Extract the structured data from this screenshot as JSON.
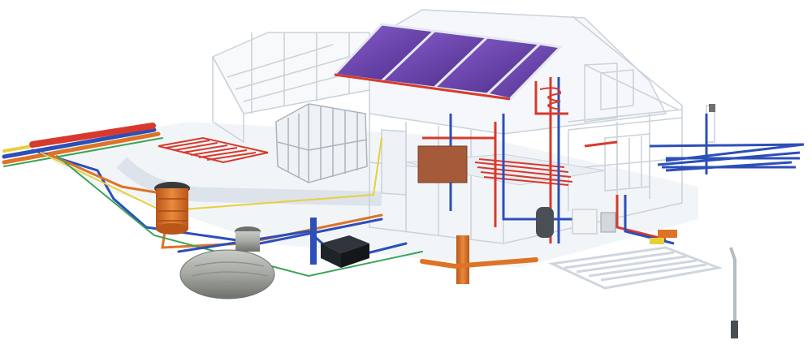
{
  "illustration": {
    "subject": "house-utility-systems-cutaway",
    "colors": {
      "background": "#ffffff",
      "house_line": "#c9d2da",
      "house_fill": "#f3f6f9",
      "solar_panel": "#6f45b8",
      "solar_panel_dark": "#4a2c86",
      "solar_frame": "#e4e8ee",
      "hot_pipe": "#d8392c",
      "cold_pipe": "#2c4fb8",
      "drain_pipe": "#de7326",
      "yellow_line": "#e8cf3a",
      "green_line": "#3aa35a",
      "tank_grey": "#a9aca7",
      "tank_dark": "#6d706b",
      "floor_heating": "#d8392c",
      "ground_loop_cold": "#2c4fb8",
      "ground_loop_white": "#dfe4ea",
      "filter_black": "#1f2428",
      "floor_fill": "#e9eef3"
    },
    "components": [
      {
        "id": "solar-collectors",
        "icon": "solar-panel-icon",
        "count": 4
      },
      {
        "id": "left-floor-heating-loop",
        "icon": "heating-coil-icon"
      },
      {
        "id": "interior-floor-heating-loop",
        "icon": "heating-coil-icon"
      },
      {
        "id": "right-ground-collector-loop",
        "icon": "pipe-loop-icon"
      },
      {
        "id": "front-ground-collector-loop",
        "icon": "pipe-loop-icon"
      },
      {
        "id": "septic-orange-shaft",
        "icon": "shaft-icon"
      },
      {
        "id": "rainwater-tank",
        "icon": "tank-icon"
      },
      {
        "id": "drainage-infiltration-box",
        "icon": "filter-icon"
      },
      {
        "id": "utility-supply-trench",
        "icon": "pipe-bundle-icon"
      },
      {
        "id": "earth-probe",
        "icon": "probe-icon"
      },
      {
        "id": "winter-garden",
        "icon": "greenhouse-icon"
      }
    ]
  }
}
